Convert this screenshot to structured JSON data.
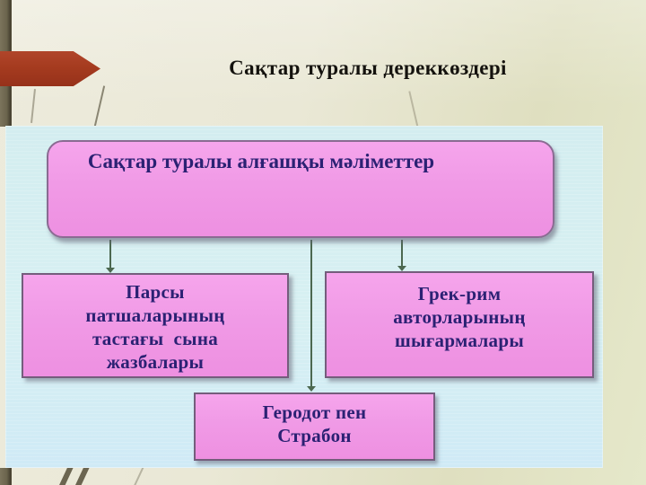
{
  "slide": {
    "title": "Сақтар туралы дереккөздері"
  },
  "diagram": {
    "root": {
      "label": "Сақтар туралы алғашқы мәліметтер"
    },
    "children": [
      {
        "label": "Парсы\nпатшаларының\nтастағы  сына\nжазбалары"
      },
      {
        "label": "Грек-рим\nавторларының\nшығармалары"
      }
    ],
    "grandchild": {
      "label": "Геродот пен\nСтрабон"
    }
  },
  "colors": {
    "slide_background": "#e9e8d4",
    "panel_background": "#d5eef1",
    "node_fill": "#f09ae6",
    "node_border": "#745d7c",
    "node_text": "#2b2173",
    "connector": "#4c6850",
    "accent_arrow": "#a53b1f",
    "accent_bar": "#6b644d",
    "title_text": "#14120e"
  }
}
